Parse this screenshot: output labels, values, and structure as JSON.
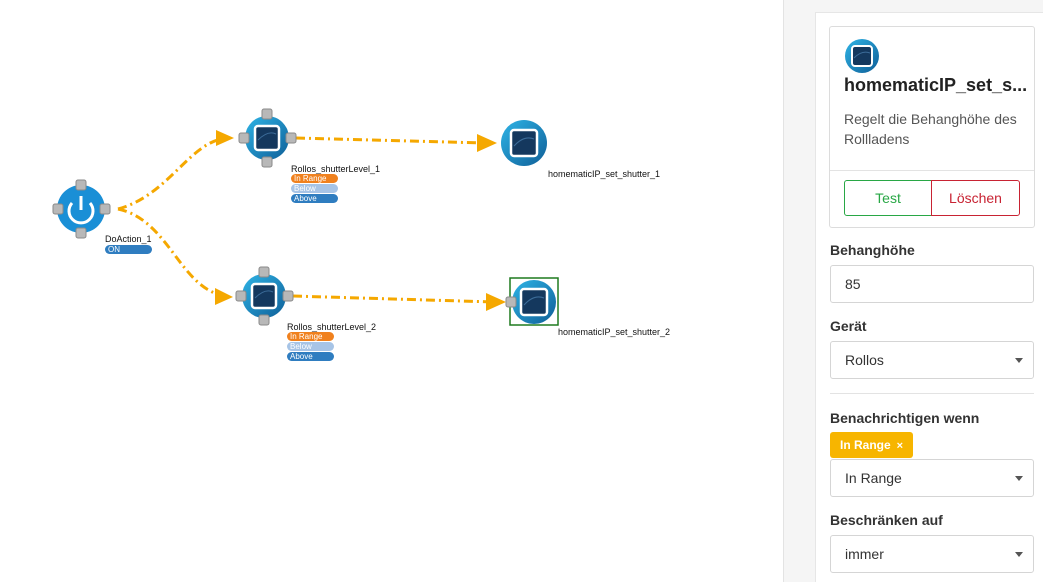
{
  "flow": {
    "nodes": {
      "do_action": {
        "label": "DoAction_1",
        "badge": "ON"
      },
      "shutter_level_1": {
        "label": "Rollos_shutterLevel_1",
        "states": [
          "In Range",
          "Below",
          "Above"
        ]
      },
      "shutter_level_2": {
        "label": "Rollos_shutterLevel_2",
        "states": [
          "In Range",
          "Below",
          "Above"
        ]
      },
      "set_shutter_1": {
        "label": "homematicIP_set_shutter_1"
      },
      "set_shutter_2": {
        "label": "homematicIP_set_shutter_2"
      }
    },
    "colors": {
      "edge": "#f5a800",
      "node_blue": "#1a8fd6",
      "handle": "#b8b8b8",
      "selected_border": "#1f7a1f"
    }
  },
  "panel": {
    "card": {
      "icon": "homematic-logo-icon",
      "title": "homematicIP_set_s...",
      "description": "Regelt die Behanghöhe des Rollladens",
      "test_label": "Test",
      "delete_label": "Löschen"
    },
    "fields": {
      "behanghoehe": {
        "label": "Behanghöhe",
        "value": "85"
      },
      "geraet": {
        "label": "Gerät",
        "value": "Rollos"
      },
      "benachrichtigen": {
        "label": "Benachrichtigen wenn",
        "tag": "In Range",
        "tag_remove": "×",
        "value": "In Range"
      },
      "beschraenken": {
        "label": "Beschränken auf",
        "value": "immer"
      }
    },
    "colors": {
      "test": "#28a745",
      "delete": "#c82333",
      "tag": "#f7b500"
    }
  }
}
